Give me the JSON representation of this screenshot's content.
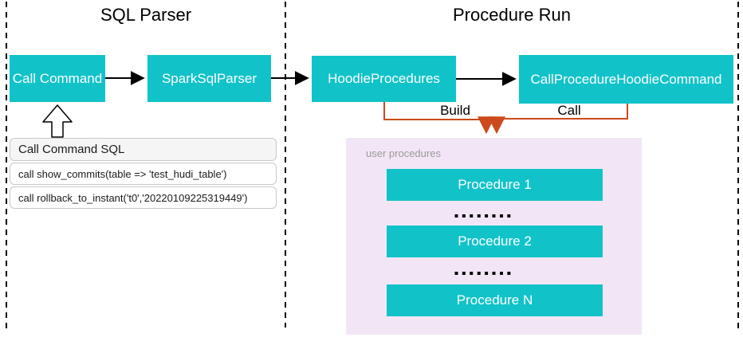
{
  "colors": {
    "teal": "#11c3c9",
    "red": "#cc4a1b",
    "lavender": "#f2e6f6"
  },
  "sections": {
    "sql_parser": {
      "title": "SQL Parser"
    },
    "procedure_run": {
      "title": "Procedure Run"
    }
  },
  "nodes": {
    "call_command": "Call Command",
    "spark_sql_parser": "SparkSqlParser",
    "hoodie_procedures": "HoodieProcedures",
    "call_procedure_hoodie_command": "CallProcedureHoodieCommand"
  },
  "edges": {
    "build_label": "Build",
    "call_label": "Call"
  },
  "sql_panel": {
    "title": "Call Command SQL",
    "rows": [
      "call show_commits(table => 'test_hudi_table')",
      "call rollback_to_instant('t0','20220109225319449')"
    ]
  },
  "user_procedures": {
    "label": "user procedures",
    "items": [
      "Procedure 1",
      "Procedure 2",
      "Procedure N"
    ],
    "ellipsis": "▪▪▪▪▪▪▪▪"
  }
}
